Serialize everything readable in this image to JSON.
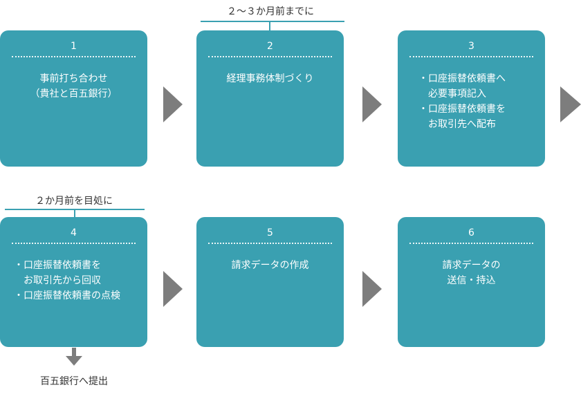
{
  "colors": {
    "box": "#3aa0b1",
    "arrow": "#7d7d7d",
    "accent_line": "#3aa0b1"
  },
  "timings": {
    "step2": "２～３か月前までに",
    "step4": "２か月前を目処に"
  },
  "steps": [
    {
      "number": "1",
      "lines": [
        "事前打ち合わせ",
        "（貴社と百五銀行）"
      ]
    },
    {
      "number": "2",
      "lines": [
        "経理事務体制づくり"
      ]
    },
    {
      "number": "3",
      "lines": [
        "・口座振替依頼書へ",
        "　必要事項記入",
        "・口座振替依頼書を",
        "　お取引先へ配布"
      ]
    },
    {
      "number": "4",
      "lines": [
        "・口座振替依頼書を",
        "　お取引先から回収",
        "・口座振替依頼書の点検"
      ]
    },
    {
      "number": "5",
      "lines": [
        "請求データの作成"
      ]
    },
    {
      "number": "6",
      "lines": [
        "請求データの",
        "送信・持込"
      ]
    }
  ],
  "final": {
    "label": "百五銀行へ提出"
  }
}
